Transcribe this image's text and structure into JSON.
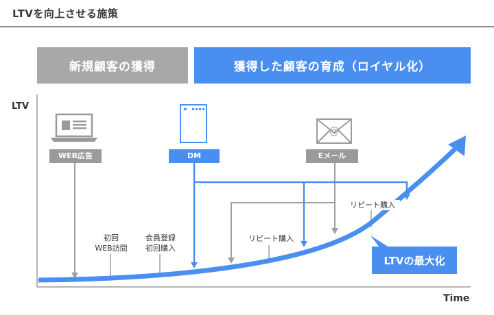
{
  "title": "LTVを向上させる施策",
  "phases": {
    "acquisition": "新規顧客の獲得",
    "nurture": "獲得した顧客の育成（ロイヤル化）"
  },
  "axes": {
    "y": "LTV",
    "x": "Time"
  },
  "channels": {
    "web_ad": "WEB広告",
    "dm": "DM",
    "email": "Eメール"
  },
  "milestones": {
    "first_visit": [
      "初回",
      "WEB訪問"
    ],
    "signup": [
      "会員登録",
      "初回購入"
    ],
    "repeat_1": "リピート購入",
    "repeat_2": "リピート購入"
  },
  "callout": "LTVの最大化",
  "colors": {
    "accent": "#4a8ff0",
    "gray": "#a8a8a8",
    "arrow_gray": "#a0a0a0"
  },
  "icons": [
    "laptop-icon",
    "dm-envelope-icon",
    "email-envelope-icon"
  ]
}
